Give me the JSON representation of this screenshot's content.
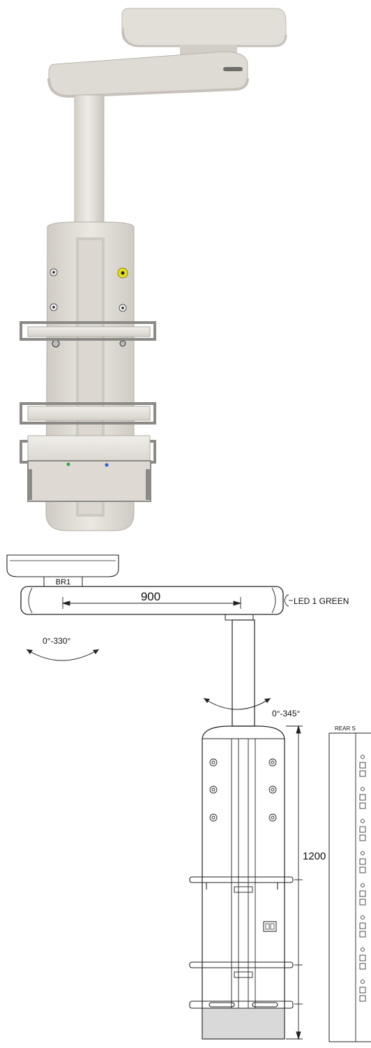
{
  "drawing": {
    "arm_label": "BR1",
    "arm_length": "900",
    "led_label": "LED 1 GREEN",
    "arm_rotation": "0°-330°",
    "column_rotation": "0°-345°",
    "column_height": "1200",
    "rear_label": "REAR S"
  },
  "colors": {
    "render_body": "#e6e3dd",
    "render_shade": "#c9c5be",
    "handle": "#8c8a86",
    "gas_yellow": "#e8e01a",
    "led_green": "#2ea84a",
    "led_blue": "#2f5fd6",
    "line": "#222222"
  }
}
